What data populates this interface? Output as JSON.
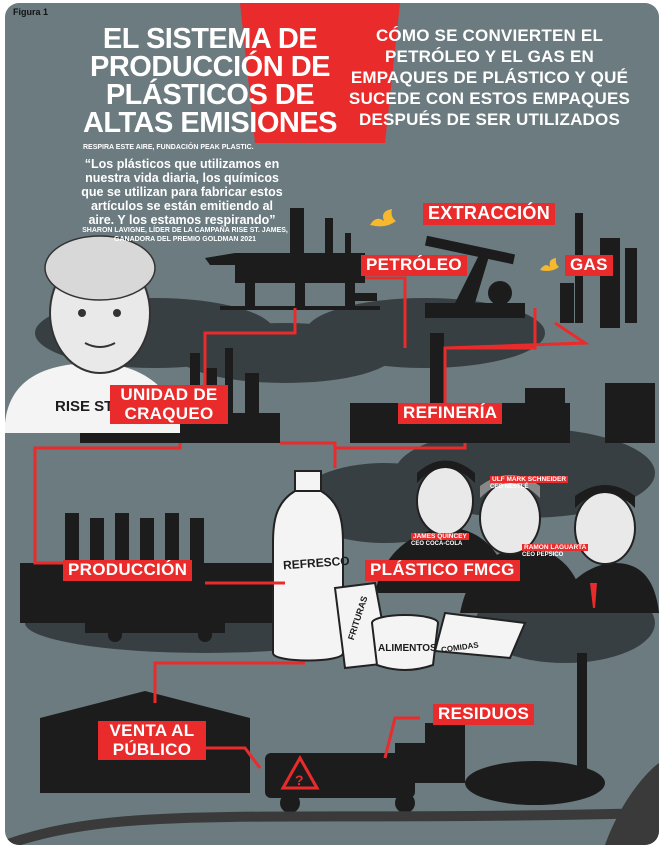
{
  "figure_label": "Figura 1",
  "main_title": "EL SISTEMA DE PRODUCCIÓN DE PLÁSTICOS DE ALTAS EMISIONES",
  "subtitle": "CÓMO SE CONVIERTEN EL PETRÓLEO Y EL GAS EN EMPAQUES DE PLÁSTICO Y QUÉ SUCEDE CON ESTOS EMPAQUES DESPUÉS DE SER UTILIZADOS",
  "source_credit": "RESPIRA ESTE AIRE, FUNDACIÓN PEAK PLASTIC.",
  "quote": "“Los plásticos que utilizamos en nuestra vida diaria, los químicos que se utilizan para fabricar estos artículos se están emitiendo al aire. Y los estamos respirando”",
  "quote_author": "SHARON LAVIGNE, LÍDER DE LA CAMPAÑA RISE ST. JAMES, GANADORA DEL PREMIO GOLDMAN 2021",
  "shirt_text": "RISE ST",
  "stages": {
    "extraction": "EXTRACCIÓN",
    "oil": "PETRÓLEO",
    "gas": "GAS",
    "cracker": "UNIDAD DE CRAQUEO",
    "refinery": "REFINERÍA",
    "production": "PRODUCCIÓN",
    "fmcg": "PLÁSTICO FMCG",
    "retail": "VENTA AL PÚBLICO",
    "waste": "RESIDUOS"
  },
  "products": {
    "bottle": "REFRESCO",
    "snack_bag": "FRITURAS",
    "tub": "ALIMENTOS",
    "tray": "COMIDAS"
  },
  "executives": [
    {
      "name": "JAMES QUINCEY",
      "role": "CEO COCA-COLA"
    },
    {
      "name": "ULF MARK SCHNEIDER",
      "role": "CEO NESTLÉ"
    },
    {
      "name": "RAMON LAGUARTA",
      "role": "CEO PEPSICO"
    }
  ],
  "colors": {
    "background": "#6b7b80",
    "accent_red": "#ea2b2b",
    "silhouette": "#1c1c1c",
    "smoke": "#2f3538"
  },
  "icons": [
    "oil-rig-icon",
    "pumpjack-icon",
    "gas-tank-icon",
    "flame-icon",
    "refinery-icon",
    "factory-icon",
    "store-icon",
    "garbage-truck-icon",
    "recycle-icon",
    "smokestack-icon"
  ]
}
